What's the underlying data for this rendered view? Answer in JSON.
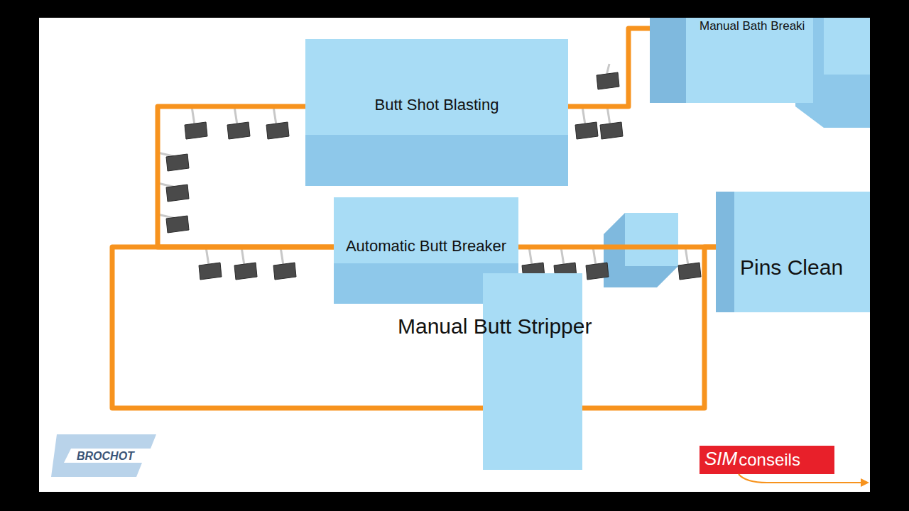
{
  "diagram": {
    "nodes": [
      {
        "text": [
          "Manual Bath Breaki"
        ]
      },
      {
        "text": [
          "Butt Shot Blasting"
        ]
      },
      {
        "text": [
          "Automatic Butt Breaker"
        ]
      },
      {
        "text": [
          "Pins Clean"
        ]
      },
      {
        "text": [
          "Manual Butt Stripper"
        ]
      }
    ],
    "edges": [
      {
        "from": 1,
        "to": 0,
        "arrow": "none"
      },
      {
        "from": 2,
        "to": 1,
        "arrow": "none"
      },
      {
        "from": 2,
        "to": 3,
        "arrow": "none"
      },
      {
        "from": 4,
        "to": 2,
        "arrow": "none"
      },
      {
        "from": 4,
        "to": 3,
        "arrow": "none"
      }
    ],
    "labels": [
      "BROCHOT",
      "SIM",
      "conseils"
    ]
  }
}
